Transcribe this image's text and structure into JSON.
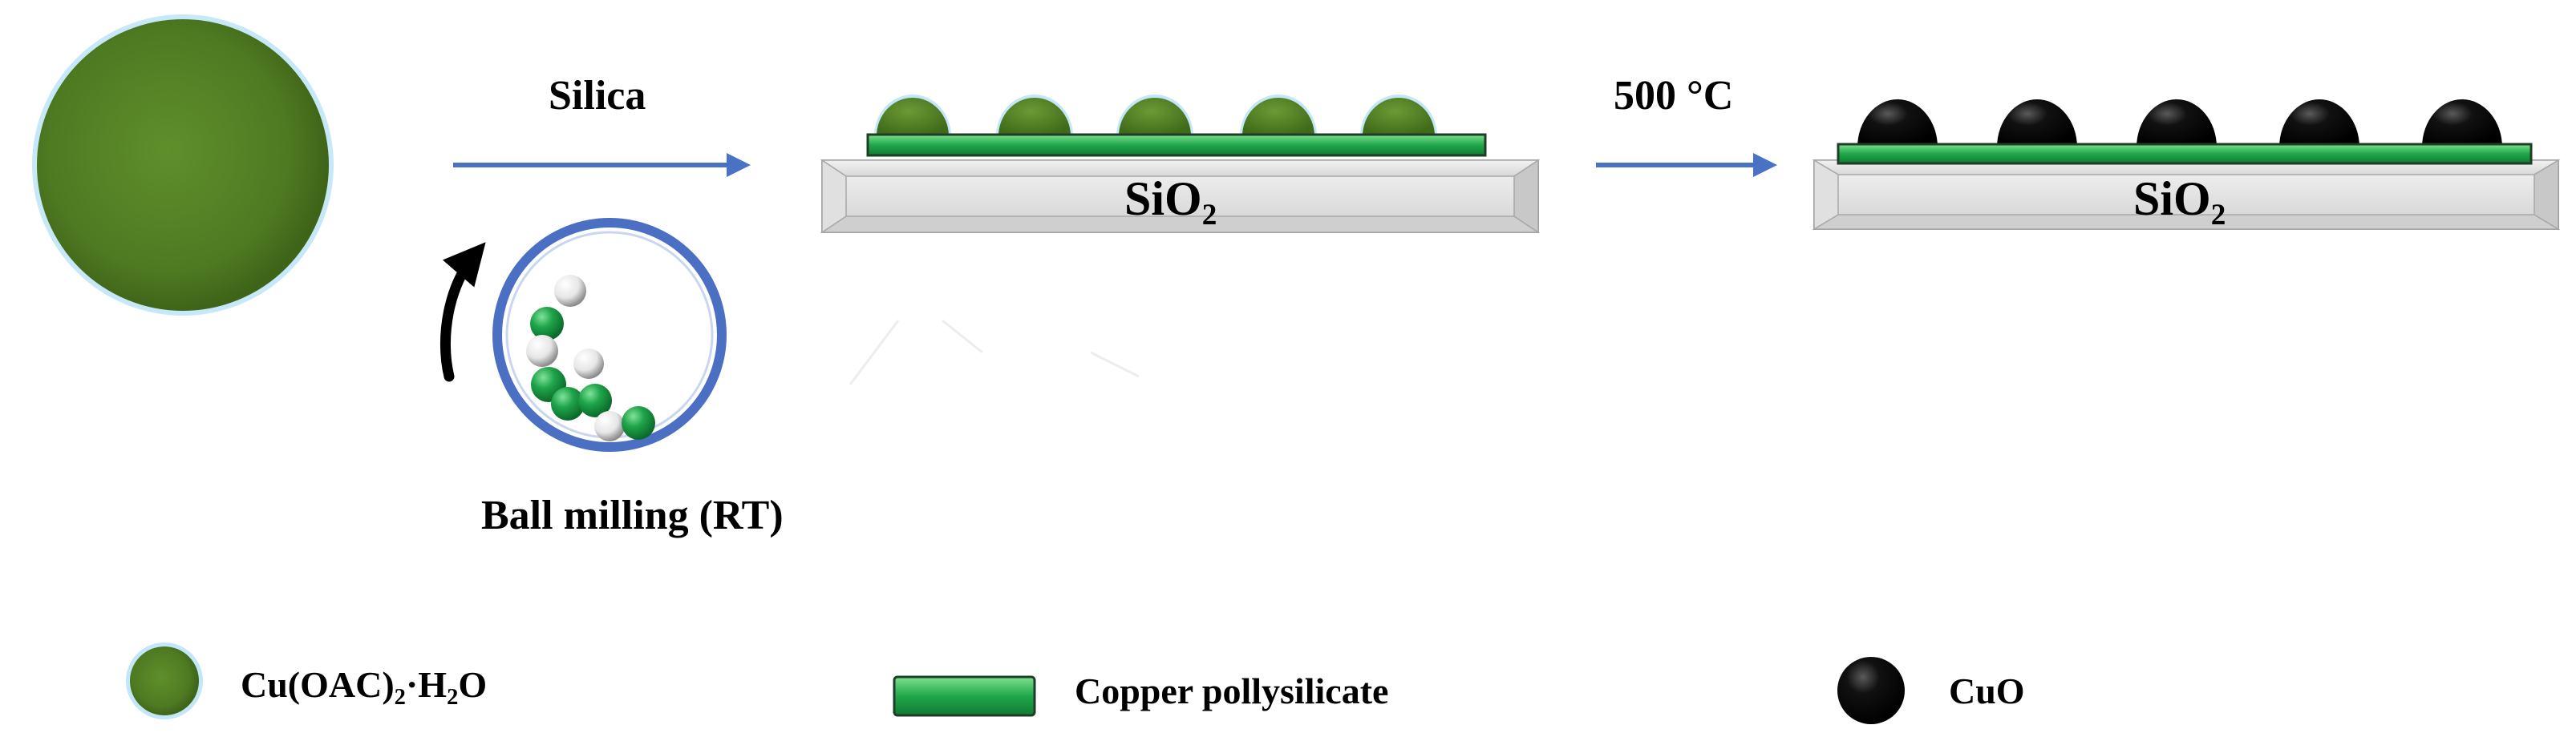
{
  "labels": {
    "silica": "Silica",
    "temperature": "500 °C",
    "ball_milling": "Ball milling (RT)",
    "substrate_main": "SiO",
    "substrate_sub": "2"
  },
  "legend": {
    "cu_acetate_main": "Cu(OAC)",
    "cu_acetate_sub1": "2",
    "cu_acetate_mid": "·H",
    "cu_acetate_sub2": "2",
    "cu_acetate_end": "O",
    "polysilicate": "Copper pollysilicate",
    "cuo": "CuO"
  },
  "colors": {
    "precursor_green": "#4e7a22",
    "polysilicate_green": "#20a84a",
    "arrow_blue": "#4a72c4",
    "halo_blue": "#9fd4f2",
    "cuo_black": "#000000",
    "substrate_gray": "#e8e8e8"
  }
}
